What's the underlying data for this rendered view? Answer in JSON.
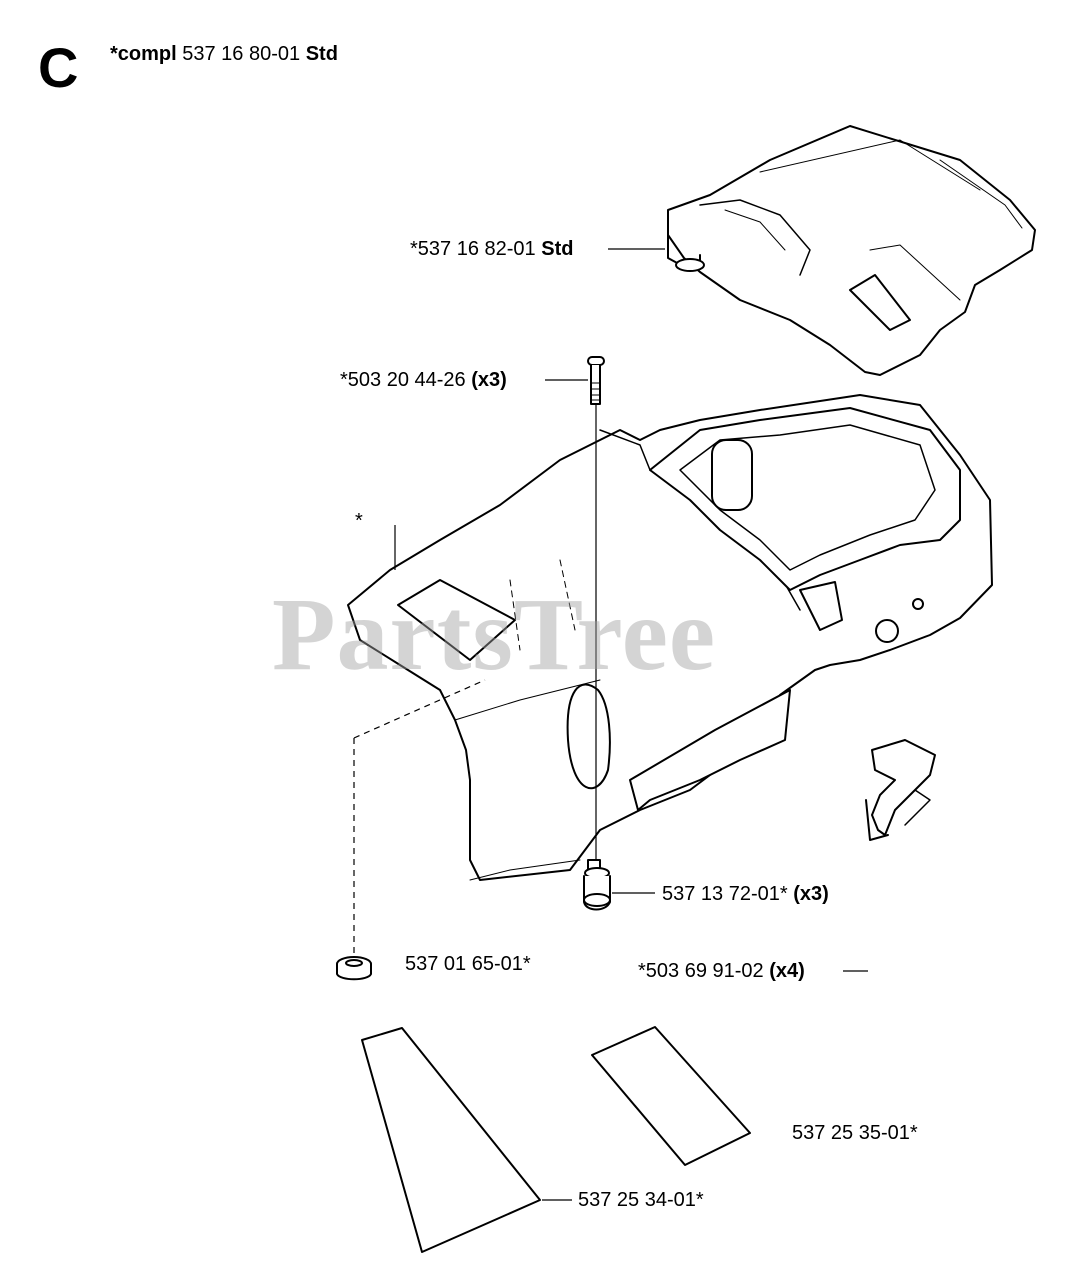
{
  "section_letter": "C",
  "watermark": "PartsTree",
  "header": {
    "prefix": "*compl",
    "part": "537 16 80-01",
    "suffix": "Std"
  },
  "labels": {
    "top_cover": {
      "part": "*537 16 82-01",
      "suffix": "Std"
    },
    "screw": {
      "part": "*503 20 44-26",
      "suffix": "(x3)"
    },
    "asterisk": "*",
    "sleeve": {
      "part": "537 13 72-01*",
      "suffix": "(x3)"
    },
    "rubber_grommet": {
      "part": "537 01 65-01*",
      "suffix": ""
    },
    "screw_x4": {
      "part": "*503 69 91-02",
      "suffix": "(x4)"
    },
    "decal_rect": {
      "part": "537 25 35-01*",
      "suffix": ""
    },
    "decal_trapezoid": {
      "part": "537 25 34-01*",
      "suffix": ""
    }
  },
  "colors": {
    "line": "#000000",
    "part_fill": "#ffffff",
    "watermark": "#a0a0a0"
  }
}
